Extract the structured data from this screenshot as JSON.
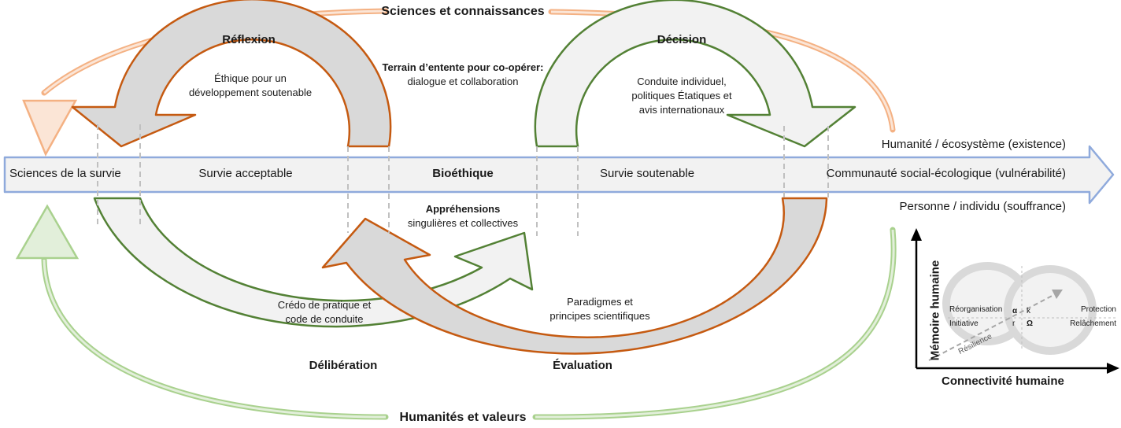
{
  "top_arc": {
    "label": "Sciences et connaissances"
  },
  "bottom_arc": {
    "label": "Humanités et valeurs"
  },
  "center": {
    "top_title": "Terrain d’entente pour co-opérer:",
    "top_sub": "dialogue et collaboration",
    "bottom_title": "Appréhensions",
    "bottom_sub": "singulières et collectives"
  },
  "axis": {
    "segments": [
      "Sciences de la survie",
      "Survie acceptable",
      "Bioéthique",
      "Survie soutenable",
      "Communauté social-écologique (vulnérabilité)"
    ],
    "above_right": "Humanité / écosystème (existence)",
    "below_right": "Personne / individu (souffrance)"
  },
  "cycles": {
    "reflexion": {
      "title": "Réflexion",
      "text": [
        "Éthique pour un",
        "développement soutenable"
      ]
    },
    "decision": {
      "title": "Décision",
      "text": [
        "Conduite individuel,",
        "politiques Étatiques et",
        "avis internationaux"
      ]
    },
    "deliberation": {
      "title": "Délibération",
      "text": [
        "Crédo de pratique et",
        "code de conduite"
      ]
    },
    "evaluation": {
      "title": "Évaluation",
      "text": [
        "Paradigmes et",
        "principes  scientifiques"
      ]
    }
  },
  "inset": {
    "ylabel": "Mémoire humaine",
    "xlabel": "Connectivité humaine",
    "left_top": "Réorganisation",
    "left_bottom": "Initiative",
    "right_top": "Protection",
    "right_bottom": "Relâchement",
    "alpha": "α",
    "k": "k",
    "r": "r",
    "omega": "Ω",
    "resilience": "Résilience"
  },
  "colors": {
    "orange": "#c55a11",
    "green": "#538135",
    "light_orange": "#f4b183",
    "light_green": "#a9d18e",
    "blue": "#8faadc",
    "fill": "#f2f2f2",
    "fill_dark": "#d9d9d9"
  }
}
